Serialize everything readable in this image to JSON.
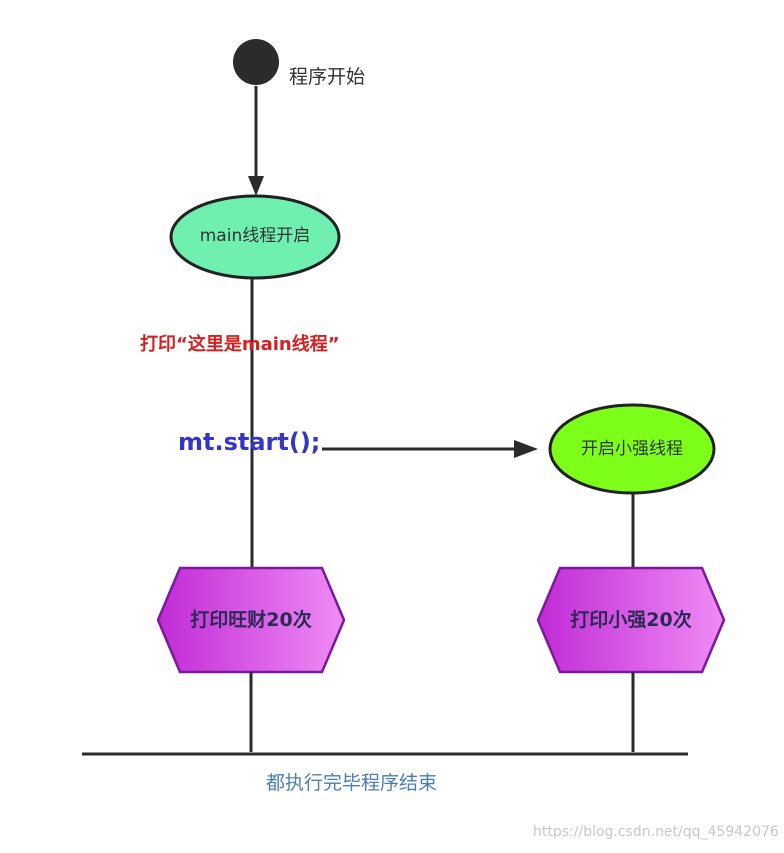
{
  "start": {
    "label": "程序开始"
  },
  "main_thread": {
    "label": "main线程开启"
  },
  "print_main": {
    "label": "打印“这里是main线程”"
  },
  "call": {
    "label": "mt.start();"
  },
  "xiaoqiang_thread": {
    "label": "开启小强线程"
  },
  "task_wangcai": {
    "label": "打印旺财20次"
  },
  "task_xiaoqiang": {
    "label": "打印小强20次"
  },
  "end": {
    "label": "都执行完毕程序结束"
  },
  "watermark": {
    "text": "https://blog.csdn.net/qq_45942076"
  },
  "colors": {
    "main_thread_fill": "#6ff0b0",
    "xiaoqiang_thread_fill": "#7dff1a",
    "hexagon_fill_start": "#c12ad6",
    "hexagon_fill_end": "#ef8cf5",
    "print_text": "#d42020",
    "call_text": "#3535c9",
    "end_text": "#4a7fb5"
  }
}
